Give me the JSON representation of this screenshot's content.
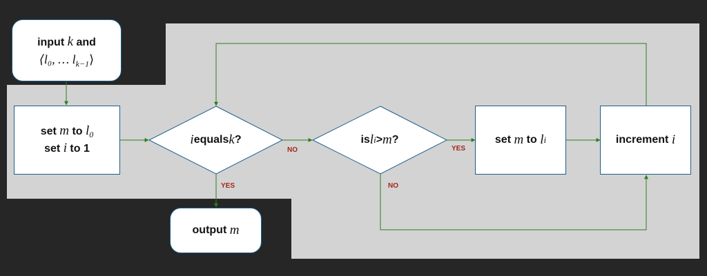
{
  "colors": {
    "page_background": "#262626",
    "region_background": "#d3d3d3",
    "node_fill": "#ffffff",
    "node_border": "#1c5d8a",
    "connector": "#2e7d1e",
    "edge_label": "#a3261b"
  },
  "nodes": {
    "input": {
      "text_a": "input ",
      "var_k": "k",
      "text_b": " and",
      "line2": "⟨l₀, … l",
      "line2_sub": "k−1",
      "line2_end": "⟩"
    },
    "init": {
      "line1_a": "set ",
      "var_m": "m",
      "line1_b": " to ",
      "var_l": "l",
      "sub0": "0",
      "line2_a": "set ",
      "var_i": "i",
      "line2_b": " to ",
      "one": "1"
    },
    "cond1": {
      "var_i": "i",
      "text": " equals ",
      "var_k": "k",
      "q": "?"
    },
    "cond2": {
      "text_a": "is ",
      "var_l": "l",
      "sub_i": "i",
      "text_b": " > ",
      "var_m": "m",
      "text_c": " ?"
    },
    "assign": {
      "text_a": "set ",
      "var_m": "m",
      "text_b": " to ",
      "var_l": "l",
      "sub_i": "i"
    },
    "increment": {
      "text": "increment ",
      "var_i": "i"
    },
    "output": {
      "text": "output ",
      "var_m": "m"
    }
  },
  "edge_labels": {
    "cond1_no": "NO",
    "cond1_yes": "YES",
    "cond2_yes": "YES",
    "cond2_no": "NO"
  }
}
